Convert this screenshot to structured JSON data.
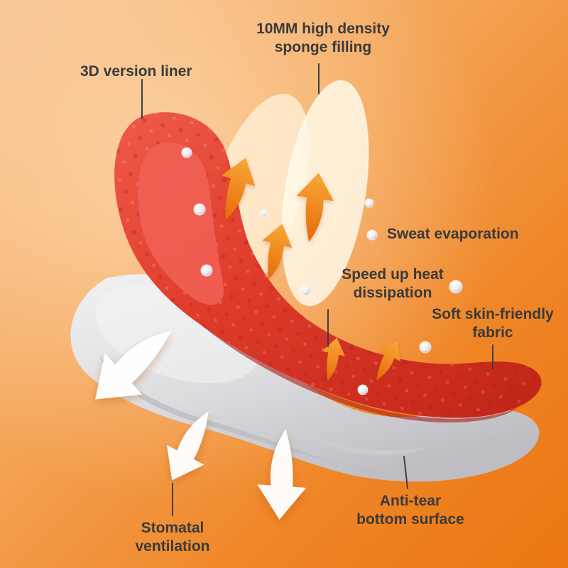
{
  "labels": {
    "sponge": {
      "line1": "10MM high density",
      "line2": "sponge filling"
    },
    "liner": {
      "line1": "3D version liner"
    },
    "sweat": {
      "line1": "Sweat evaporation"
    },
    "heat": {
      "line1": "Speed up heat",
      "line2": "dissipation"
    },
    "fabric": {
      "line1": "Soft skin-friendly",
      "line2": "fabric"
    },
    "antitear": {
      "line1": "Anti-tear",
      "line2": "bottom surface"
    },
    "stomatal": {
      "line1": "Stomatal",
      "line2": "ventilation"
    }
  },
  "colors": {
    "background_light": "#f8c494",
    "background_deep": "#ec7612",
    "insole_red": "#d93a2b",
    "sole_gray": "#dfdfe3",
    "arrow_orange": "#ee7a10",
    "text": "#3a3a3a"
  }
}
